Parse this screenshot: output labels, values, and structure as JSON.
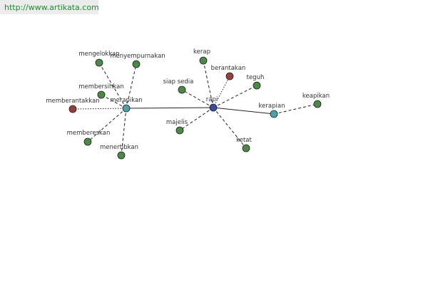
{
  "header": {
    "url_text": "http://www.artikata.com"
  },
  "colors": {
    "center": "#3a4a9c",
    "hub": "#4aa3a8",
    "synonym": "#4a8a46",
    "antonym": "#9a3d3d",
    "edge": "#222222"
  },
  "graph": {
    "nodes": [
      {
        "id": "rapi",
        "label": "rapi",
        "kind": "center"
      },
      {
        "id": "merapikan",
        "label": "merapikan",
        "kind": "hub"
      },
      {
        "id": "kerapian",
        "label": "kerapian",
        "kind": "hub"
      },
      {
        "id": "mengelokkan",
        "label": "mengelokkan",
        "kind": "synonym"
      },
      {
        "id": "menyempurnakan",
        "label": "menyempurnakan",
        "kind": "synonym"
      },
      {
        "id": "membersihkan",
        "label": "membersihkan",
        "kind": "synonym"
      },
      {
        "id": "memberantakkan",
        "label": "memberantakkan",
        "kind": "antonym"
      },
      {
        "id": "membereskan",
        "label": "membereskan",
        "kind": "synonym"
      },
      {
        "id": "menertibkan",
        "label": "menertibkan",
        "kind": "synonym"
      },
      {
        "id": "kerap",
        "label": "kerap",
        "kind": "synonym"
      },
      {
        "id": "berantakan",
        "label": "berantakan",
        "kind": "antonym"
      },
      {
        "id": "siap-sedia",
        "label": "siap sedia",
        "kind": "synonym"
      },
      {
        "id": "teguh",
        "label": "teguh",
        "kind": "synonym"
      },
      {
        "id": "majelis",
        "label": "majelis",
        "kind": "synonym"
      },
      {
        "id": "ketat",
        "label": "ketat",
        "kind": "synonym"
      },
      {
        "id": "keapikan",
        "label": "keapikan",
        "kind": "synonym"
      }
    ],
    "edges": [
      {
        "from": "rapi",
        "to": "merapikan",
        "style": "solid"
      },
      {
        "from": "rapi",
        "to": "kerapian",
        "style": "solid"
      },
      {
        "from": "merapikan",
        "to": "mengelokkan",
        "style": "dashed"
      },
      {
        "from": "merapikan",
        "to": "menyempurnakan",
        "style": "dashed"
      },
      {
        "from": "merapikan",
        "to": "membersihkan",
        "style": "dashed"
      },
      {
        "from": "merapikan",
        "to": "memberantakkan",
        "style": "dotted"
      },
      {
        "from": "merapikan",
        "to": "membereskan",
        "style": "dashed"
      },
      {
        "from": "merapikan",
        "to": "menertibkan",
        "style": "dashed"
      },
      {
        "from": "rapi",
        "to": "kerap",
        "style": "dashed"
      },
      {
        "from": "rapi",
        "to": "berantakan",
        "style": "dotted"
      },
      {
        "from": "rapi",
        "to": "siap-sedia",
        "style": "dashed"
      },
      {
        "from": "rapi",
        "to": "teguh",
        "style": "dashed"
      },
      {
        "from": "rapi",
        "to": "majelis",
        "style": "dashed"
      },
      {
        "from": "rapi",
        "to": "ketat",
        "style": "dashed"
      },
      {
        "from": "kerapian",
        "to": "keapikan",
        "style": "dashed"
      }
    ]
  }
}
